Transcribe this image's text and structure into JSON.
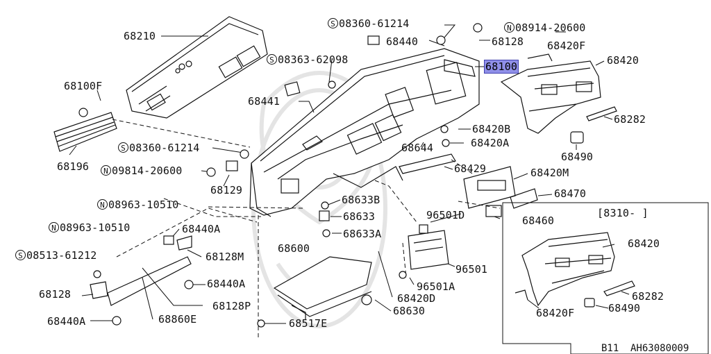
{
  "labels": [
    {
      "id": "p68210",
      "text": "68210"
    },
    {
      "id": "p08360_61214_top",
      "prefix": "S",
      "text": "08360-61214"
    },
    {
      "id": "p68440",
      "text": "68440"
    },
    {
      "id": "p68128_top",
      "text": "68128"
    },
    {
      "id": "p08914_20600",
      "prefix": "N",
      "text": "08914-20600"
    },
    {
      "id": "p68420F_top",
      "text": "68420F"
    },
    {
      "id": "p68100",
      "text": "68100",
      "highlight": true
    },
    {
      "id": "p68420_top",
      "text": "68420"
    },
    {
      "id": "p08363_62098",
      "prefix": "S",
      "text": "08363-62098"
    },
    {
      "id": "p68100F",
      "text": "68100F"
    },
    {
      "id": "p68441",
      "text": "68441"
    },
    {
      "id": "p68282_top",
      "text": "68282"
    },
    {
      "id": "p68420B",
      "text": "68420B"
    },
    {
      "id": "p68420A",
      "text": "68420A"
    },
    {
      "id": "p68644",
      "text": "68644"
    },
    {
      "id": "p68490_top",
      "text": "68490"
    },
    {
      "id": "p08360_61214_mid",
      "prefix": "S",
      "text": "08360-61214"
    },
    {
      "id": "p68196",
      "text": "68196"
    },
    {
      "id": "p09814_20600",
      "prefix": "N",
      "text": "09814-20600"
    },
    {
      "id": "p68129",
      "text": "68129"
    },
    {
      "id": "p68429",
      "text": "68429"
    },
    {
      "id": "p68420M",
      "text": "68420M"
    },
    {
      "id": "p68470",
      "text": "68470"
    },
    {
      "id": "p68633B",
      "text": "68633B"
    },
    {
      "id": "p08963_10510_a",
      "prefix": "N",
      "text": "08963-10510"
    },
    {
      "id": "p68633",
      "text": "68633"
    },
    {
      "id": "p96501D",
      "text": "96501D"
    },
    {
      "id": "p68460",
      "text": "68460"
    },
    {
      "id": "p68633A",
      "text": "68633A"
    },
    {
      "id": "p08963_10510_b",
      "prefix": "N",
      "text": "08963-10510"
    },
    {
      "id": "p68440A_top",
      "text": "68440A"
    },
    {
      "id": "p68600",
      "text": "68600"
    },
    {
      "id": "p68128M",
      "text": "68128M"
    },
    {
      "id": "p08513_61212",
      "prefix": "S",
      "text": "08513-61212"
    },
    {
      "id": "p96501",
      "text": "96501"
    },
    {
      "id": "p68440A_mid",
      "text": "68440A"
    },
    {
      "id": "p96501A",
      "text": "96501A"
    },
    {
      "id": "p68128_left",
      "text": "68128"
    },
    {
      "id": "p68420D",
      "text": "68420D"
    },
    {
      "id": "p68128P",
      "text": "68128P"
    },
    {
      "id": "p68630",
      "text": "68630"
    },
    {
      "id": "p68440A_bot",
      "text": "68440A"
    },
    {
      "id": "p68860E",
      "text": "68860E"
    },
    {
      "id": "p68517E",
      "text": "68517E"
    },
    {
      "id": "p8310",
      "text": "[8310-   ]"
    },
    {
      "id": "p68420_inset",
      "text": "68420"
    },
    {
      "id": "p68282_inset",
      "text": "68282"
    },
    {
      "id": "p68420F_inset",
      "text": "68420F"
    },
    {
      "id": "p68490_inset",
      "text": "68490"
    }
  ],
  "footer": {
    "section": "B11",
    "code": "AH63080009"
  },
  "colors": {
    "ink": "#111111",
    "highlight": "#8f8fe8",
    "watermark": "#e6e6e6"
  }
}
